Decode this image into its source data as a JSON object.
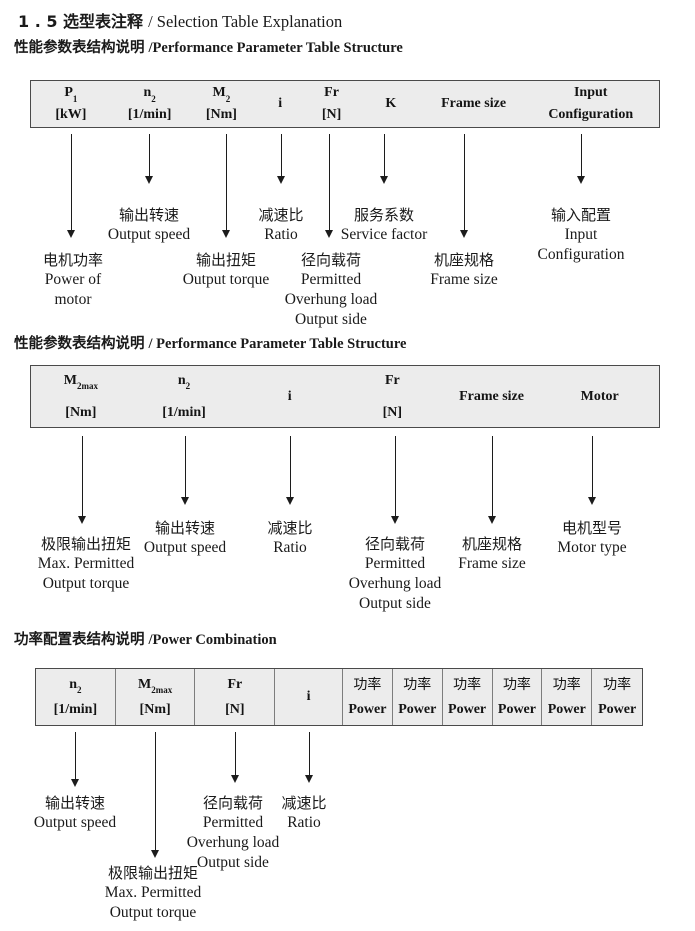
{
  "page": {
    "title_zh": "1 . 5 选型表注释",
    "title_en": "/ Selection Table Explanation"
  },
  "section1": {
    "heading_zh": "性能参数表结构说明",
    "heading_en": "/Performance Parameter Table Structure",
    "table": {
      "cells": [
        {
          "l1": "P",
          "sub": "1",
          "l2": "[kW]"
        },
        {
          "l1": "n",
          "sub": "2",
          "l2": "[1/min]"
        },
        {
          "l1": "M",
          "sub": "2",
          "l2": "[Nm]"
        },
        {
          "l1": "i"
        },
        {
          "l1": "Fr",
          "l2": "[N]"
        },
        {
          "l1": "K"
        },
        {
          "l1": "Frame size"
        },
        {
          "l1": "Input",
          "l2": "Configuration"
        }
      ]
    },
    "labels": {
      "output_speed": {
        "zh": "输出转速",
        "en1": "Output speed"
      },
      "ratio": {
        "zh": "减速比",
        "en1": "Ratio"
      },
      "service_factor": {
        "zh": "服务系数",
        "en1": "Service factor"
      },
      "input_configuration": {
        "zh": "输入配置",
        "en1": "Input",
        "en2": "Configuration"
      },
      "power_of_motor": {
        "zh": "电机功率",
        "en1": "Power of",
        "en2": "motor"
      },
      "output_torque": {
        "zh": "输出扭矩",
        "en1": "Output torque"
      },
      "overhung_load": {
        "zh": "径向载荷",
        "en1": "Permitted",
        "en2": "Overhung load",
        "en3": "Output side"
      },
      "frame_size": {
        "zh": "机座规格",
        "en1": "Frame size"
      }
    }
  },
  "section2": {
    "heading_zh": "性能参数表结构说明",
    "heading_en": "/ Performance Parameter Table Structure",
    "table": {
      "cells": [
        {
          "l1": "M",
          "sub": "2max",
          "l2": "[Nm]"
        },
        {
          "l1": "n",
          "sub": "2",
          "l2": "[1/min]"
        },
        {
          "l1": "i"
        },
        {
          "l1": "Fr",
          "l2": "[N]"
        },
        {
          "l1": "Frame size"
        },
        {
          "l1": "Motor"
        }
      ]
    },
    "labels": {
      "max_output_torque": {
        "zh": "极限输出扭矩",
        "en1": "Max. Permitted",
        "en2": "Output torque"
      },
      "output_speed": {
        "zh": "输出转速",
        "en1": "Output speed"
      },
      "ratio": {
        "zh": "减速比",
        "en1": "Ratio"
      },
      "overhung_load": {
        "zh": "径向载荷",
        "en1": "Permitted",
        "en2": "Overhung load",
        "en3": "Output side"
      },
      "frame_size": {
        "zh": "机座规格",
        "en1": "Frame size"
      },
      "motor_type": {
        "zh": "电机型号",
        "en1": "Motor type"
      }
    }
  },
  "section3": {
    "heading_zh": "功率配置表结构说明",
    "heading_en": "/Power Combination",
    "table": {
      "cells": [
        {
          "l1": "n",
          "sub": "2",
          "l2": "[1/min]"
        },
        {
          "l1": "M",
          "sub": "2max",
          "l2": "[Nm]"
        },
        {
          "l1": "Fr",
          "l2": "[N]"
        },
        {
          "l1": "i"
        }
      ],
      "power_cell": {
        "zh": "功率",
        "en": "Power"
      },
      "power_cell_count": 6
    },
    "labels": {
      "output_speed": {
        "zh": "输出转速",
        "en1": "Output speed"
      },
      "max_output_torque": {
        "zh": "极限输出扭矩",
        "en1": "Max. Permitted",
        "en2": "Output torque"
      },
      "overhung_load": {
        "zh": "径向载荷",
        "en1": "Permitted",
        "en2": "Overhung load",
        "en3": "Output side"
      },
      "ratio": {
        "zh": "减速比",
        "en1": "Ratio"
      }
    }
  }
}
